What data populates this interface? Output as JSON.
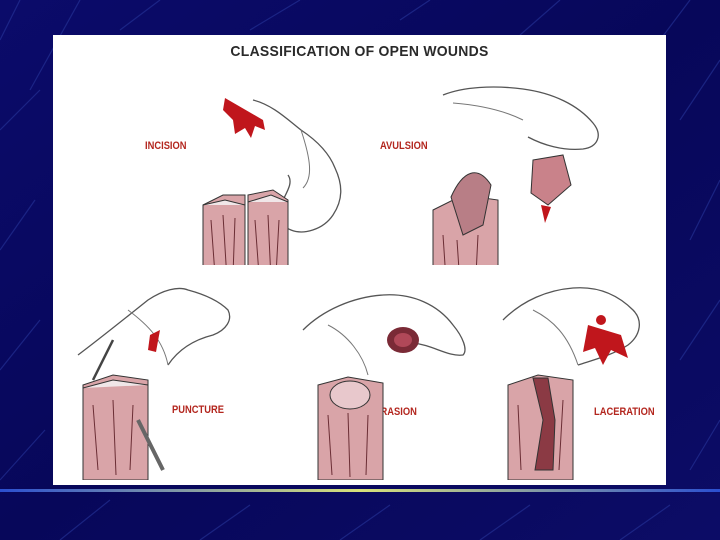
{
  "figure": {
    "title": "CLASSIFICATION OF OPEN WOUNDS",
    "wounds": [
      {
        "label": "INCISION"
      },
      {
        "label": "AVULSION"
      },
      {
        "label": "PUNCTURE"
      },
      {
        "label": "ABRASION"
      },
      {
        "label": "LACERATION"
      }
    ]
  },
  "colors": {
    "slide_background": "#0a0a60",
    "figure_background": "#ffffff",
    "label_red": "#b3261e",
    "blood": "#c0161c",
    "skin_tissue": "#d9a4a8"
  }
}
